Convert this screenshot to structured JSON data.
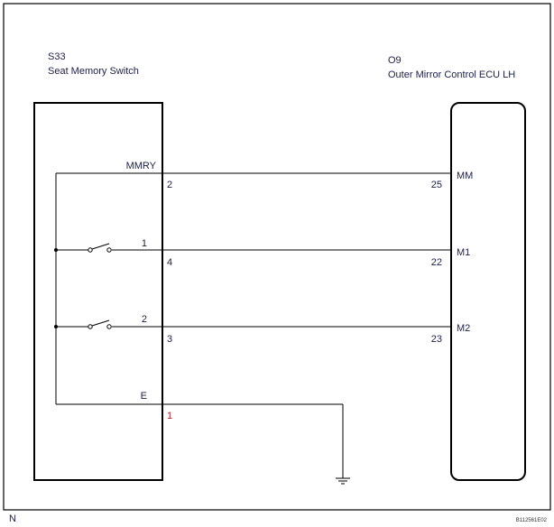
{
  "left_component": {
    "code": "S33",
    "name": "Seat Memory Switch"
  },
  "right_component": {
    "code": "O9",
    "name": "Outer Mirror Control ECU LH"
  },
  "wires": [
    {
      "left_label": "MMRY",
      "left_pin": "2",
      "right_pin": "25",
      "right_label": "MM"
    },
    {
      "left_label": "1",
      "left_pin": "4",
      "right_pin": "22",
      "right_label": "M1"
    },
    {
      "left_label": "2",
      "left_pin": "3",
      "right_pin": "23",
      "right_label": "M2"
    },
    {
      "left_label": "E",
      "left_pin": "1"
    }
  ],
  "footer": {
    "corner_letter": "N",
    "figure_id": "B112561E02"
  },
  "colors": {
    "text": "#1b1f4a",
    "ground_pin": "#b02020",
    "line": "#000000"
  }
}
